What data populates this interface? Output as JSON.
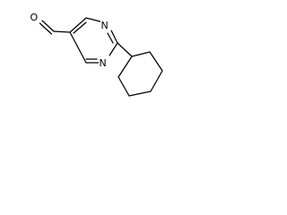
{
  "molecule": {
    "atoms": {
      "oxygen": "O",
      "n1": "N",
      "n3": "N"
    },
    "colors": {
      "bond": "#000000",
      "background": "#ffffff"
    }
  }
}
